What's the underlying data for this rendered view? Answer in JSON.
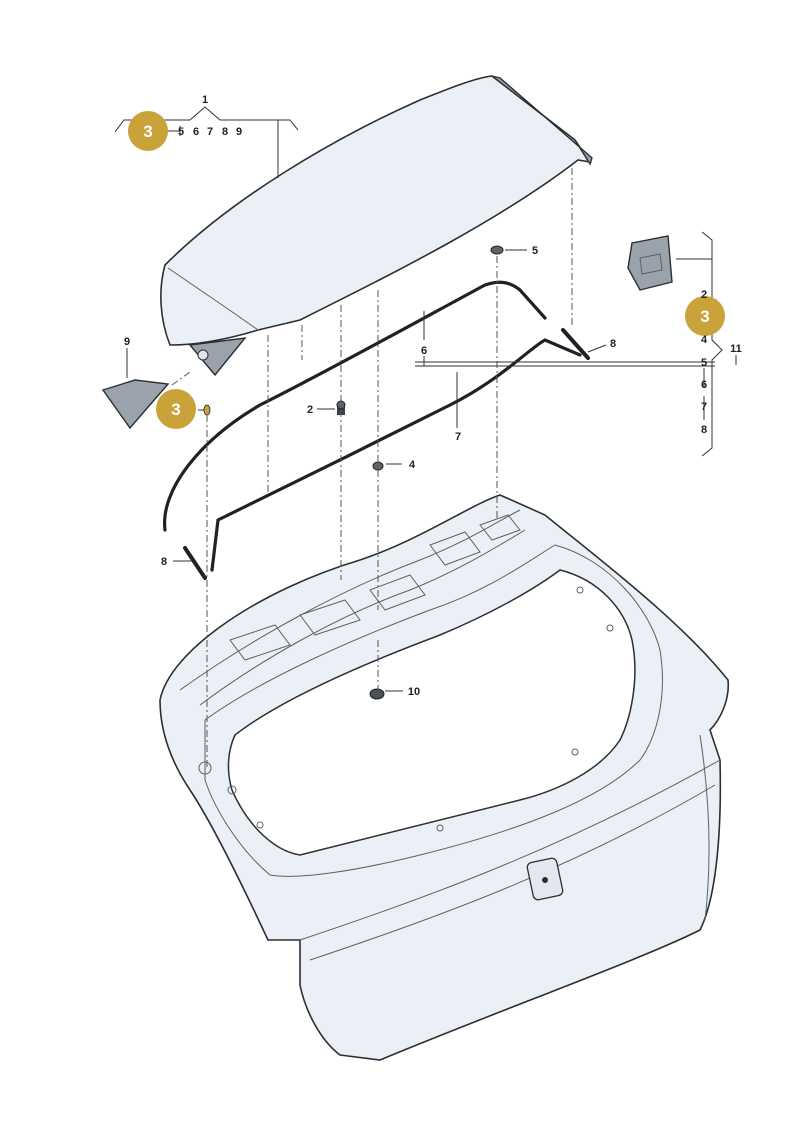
{
  "colors": {
    "badge": "#c9a23a",
    "part_fill": "#eaf0f5",
    "outline": "#2b2f33"
  },
  "badges": [
    {
      "text": "3"
    },
    {
      "text": "3"
    },
    {
      "text": "3"
    }
  ],
  "callouts": {
    "spoiler_group_number": "1",
    "spoiler_group_refs": [
      "5",
      "6",
      "7",
      "8",
      "9"
    ],
    "trim_piece": "9",
    "clip_nut_top": "5",
    "seal_upper": "6",
    "seal_lower": "7",
    "pin_right": "8",
    "pin_left": "8",
    "fastener_2": "2",
    "clip_4": "4",
    "grommet_10": "10",
    "bracket_group_refs": [
      "2",
      "4",
      "5",
      "6",
      "7",
      "8"
    ],
    "bracket_group_number": "11",
    "seal_line_label": "6"
  }
}
